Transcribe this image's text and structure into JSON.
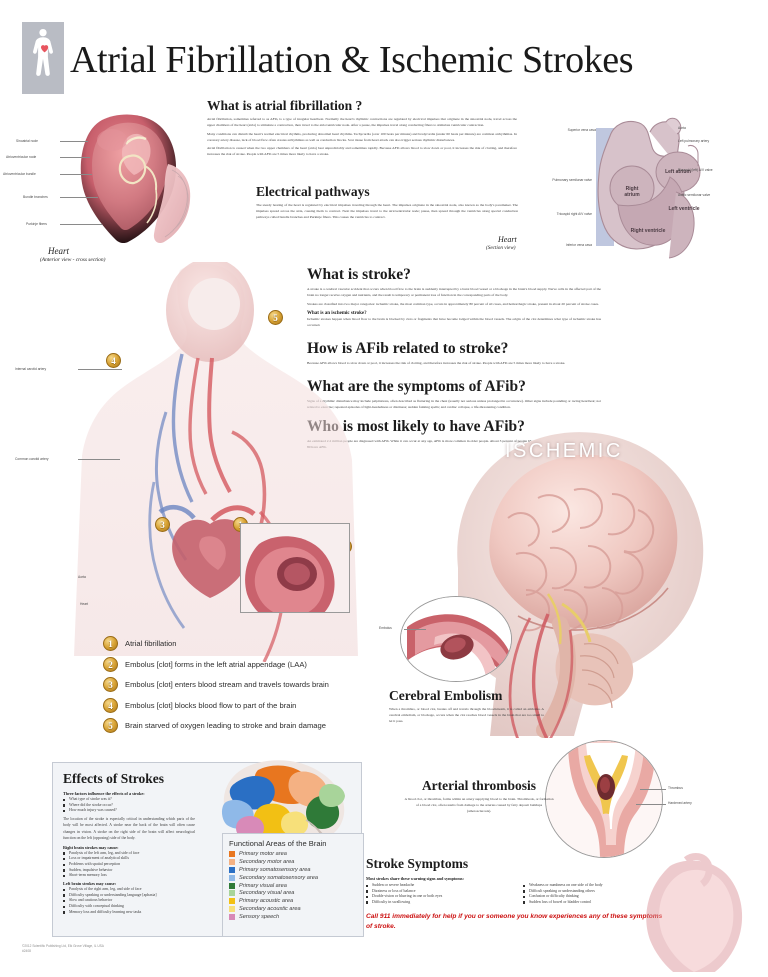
{
  "header": {
    "title": "Atrial Fibrillation & Ischemic Strokes",
    "logo_icon": "human-body-heart-icon"
  },
  "sections": {
    "what_is_afib": {
      "heading": "What is atrial fibrillation ?",
      "p1": "Atrial fibrillation, sometimes referred to as AFib, is a type of irregular heartbeat. Normally the heart's rhythmic contractions are regulated by electrical impulses that originate in the sinoatrial node, travel across the upper chambers of the heart (atria) to stimulate a contraction, then travel to the atrioventricular node. After a pause, the impulses travel along conducting fibers to stimulate ventricular contraction.",
      "p2": "Many conditions can disturb the heart's normal electrical rhythms, producing abnormal heart rhythms. Tachycardia (over 100 beats per minute) and bradycardia (under 60 beats per minute) are common arrhythmias. In coronary artery disease, lack of blood flow often creates arrhythmias as well as conduction blocks. Scar tissue from heart attack can also trigger serious rhythmic disturbances.",
      "p3": "Atrial fibrillation is caused when the two upper chambers of the heart (atria) beat unpredictably and sometimes rapidly. Because AFib allows blood to slow down or pool, it increases the risk of clotting, and therefore increases the risk of stroke. People with AFib are 5 times more likely to have a stroke."
    },
    "electrical_pathways": {
      "heading": "Electrical pathways",
      "p1": "The steady beating of the heart is regulated by electrical impulses traveling through the heart. The impulses originate in the sinoatrial node, also known as the body's pacemaker. The impulses spread across the atria, causing them to contract. Next the impulses travel to the atrioventricular node; pause, then spread through the ventricles along special conduction pathways called bundle branches and Purkinje fibers. This causes the ventricles to contract."
    },
    "what_is_stroke": {
      "heading": "What is stroke?",
      "p1": "A stroke is a cerebral vascular accident that occurs when blood flow to the brain is suddenly interrupted by a burst blood vessel or a blockage in the brain's blood supply. Nerve cells in the affected part of the brain no longer receive oxygen and nutrients, and the result is temporary or permanent loss of function in the corresponding parts of the body.",
      "p2": "Strokes are classified into two major categories: ischemic stroke, the most common type, occurs in approximately 80 percent of all cases, and hemorrhagic stroke, present in about 20 percent of stroke cases."
    },
    "what_is_ischemic": {
      "heading": "What is an ischemic stroke?",
      "p1": "Ischemic strokes happen when blood flow to the brain is blocked by clots or fragments that have become lodged within the blood vessels. The origin of the clot determines what type of ischemic stroke has occurred."
    },
    "afib_related": {
      "heading": "How is AFib related to stroke?",
      "p1": "Because AFib allows blood to slow down or pool, it increases the risk of clotting, and therefore increases the risk of stroke. People with AFib are 5 times more likely to have a stroke."
    },
    "symptoms_afib": {
      "heading": "What are the symptoms of AFib?",
      "p1": "Signs of a rhythmic disturbance may include palpitations, often described as fluttering in the chest (usually not serious unless prolonged in occurrence). Other signs include pounding or racing heartbeat; not related to exercise; repeated episodes of light-headedness or dizziness; sudden fainting spells; and cardiac collapse, a life-threatening condition."
    },
    "most_likely": {
      "heading": "Who is most likely to have AFib?",
      "p1": "An estimated 2.2 million people are diagnosed with AFib. While it can occur at any age, AFib is more common in older people. About 3 percent of people 65 years and older and one in every 20 people over 80 have AFib."
    },
    "cerebral_embolism": {
      "heading": "Cerebral Embolism",
      "p1": "When a thrombus, or blood clot, breaks off and travels through the bloodstream, it is called an embolus. A cerebral embolism, or blockage, occurs when the clot reaches blood vessels in the brain that are too small to let it pass."
    },
    "arterial_thrombosis": {
      "heading": "Arterial thrombosis",
      "p1": "A blood clot, or thrombus, forms within an artery supplying blood to the brain. Thrombosis, or formation of a blood clot, often results from damage to the arteries caused by fatty deposit buildups (atherosclerosis).",
      "label_thrombus": "Thrombus",
      "label_artery": "Hardened artery"
    }
  },
  "heart_anterior": {
    "caption_title": "Heart",
    "caption_sub": "(Anterior view - cross section)",
    "labels": [
      "Sinoatrial node",
      "Atrioventricular node",
      "Atrioventricular bundle",
      "Bundle branches",
      "Purkinje fibers"
    ]
  },
  "heart_section": {
    "caption_title": "Heart",
    "caption_sub": "(Section view)",
    "labels_left": [
      "Superior vena cava",
      "Pulmonary semilunar valve",
      "Tricuspid right A/V valve",
      "Inferior vena cava"
    ],
    "labels_right": [
      "Aorta",
      "Left pulmonary artery",
      "Bicuspid (left) A/V valve",
      "Aortic semilunar valve"
    ],
    "chambers": [
      "Right atrium",
      "Left atrium",
      "Right ventricle",
      "Left ventricle"
    ]
  },
  "torso_labels": [
    "Internal carotid artery",
    "Common carotid artery",
    "Aorta",
    "Heart"
  ],
  "numbered_legend": [
    {
      "n": "1",
      "text": "Atrial fibrillation"
    },
    {
      "n": "2",
      "text": "Embolus [clot] forms in the left atrial appendage (LAA)"
    },
    {
      "n": "3",
      "text": "Embolus [clot] enters blood stream and travels towards brain"
    },
    {
      "n": "4",
      "text": "Embolus [clot] blocks blood flow to part of the brain"
    },
    {
      "n": "5",
      "text": "Brain starved of oxygen leading to stroke and brain damage"
    }
  ],
  "brain_overlay_text": "ISCHEMIC",
  "embolus_label": "Embolus",
  "effects": {
    "heading": "Effects of Strokes",
    "intro_bold": "Three factors influence the effects of a stroke:",
    "intro_bullets": [
      "What type of stroke was it?",
      "Where did the stroke occur?",
      "How much injury was caused?"
    ],
    "paragraph": "The location of the stroke is especially critical in understanding which parts of the body will be most affected. A stroke near the back of the brain will often cause changes in vision. A stroke on the right side of the brain will affect neurological function on the left (opposing) side of the body.",
    "right_bold": "Right brain strokes may cause:",
    "right_bullets": [
      "Paralysis of the left arm, leg, and side of face",
      "Loss or impairment of analytical skills",
      "Problems with spatial perception",
      "Sudden, impulsive behavior",
      "Short-term memory loss"
    ],
    "left_bold": "Left brain strokes may cause:",
    "left_bullets": [
      "Paralysis of the right arm, leg, and side of face",
      "Difficulty speaking or understanding language [aphasia]",
      "Slow and cautious behavior",
      "Difficulty with conceptual thinking",
      "Memory loss and difficulty learning new tasks"
    ]
  },
  "functional_areas": {
    "title": "Functional Areas of the Brain",
    "items": [
      {
        "label": "Primary motor area",
        "color": "#e8761f"
      },
      {
        "label": "Secondary motor area",
        "color": "#f4b183"
      },
      {
        "label": "Primary somatosensory area",
        "color": "#2a6fc4"
      },
      {
        "label": "Secondary somatosensory area",
        "color": "#8fb9e8"
      },
      {
        "label": "Primary visual area",
        "color": "#2f7a38"
      },
      {
        "label": "Secondary visual area",
        "color": "#a8d49a"
      },
      {
        "label": "Primary acoustic area",
        "color": "#f2c014"
      },
      {
        "label": "Secondary acoustic area",
        "color": "#f7e07a"
      },
      {
        "label": "Sensory speech",
        "color": "#d88ab8"
      }
    ]
  },
  "stroke_symptoms": {
    "heading": "Stroke Symptoms",
    "intro_bold": "Most strokes share these warning signs and symptoms:",
    "col_left": [
      "Sudden or severe headache",
      "Dizziness or loss of balance",
      "Double vision or blurring in one or both eyes",
      "Difficulty in swallowing"
    ],
    "col_right": [
      "Weakness or numbness on one side of the body",
      "Difficult speaking or understanding others",
      "Confusion or difficulty thinking",
      "Sudden loss of bowel or bladder control"
    ],
    "warning": "Call 911 immediately for help if you or someone you know experiences any of these symptoms of stroke."
  },
  "footer": {
    "line1": "©2012 Scientific Publishing Ltd, Elk Grove Village, IL USA",
    "line2": "#2408"
  },
  "colors": {
    "accent_gold": "#d8a233",
    "warning_red": "#cc1111",
    "panel_bg": "#f2f4f7"
  }
}
